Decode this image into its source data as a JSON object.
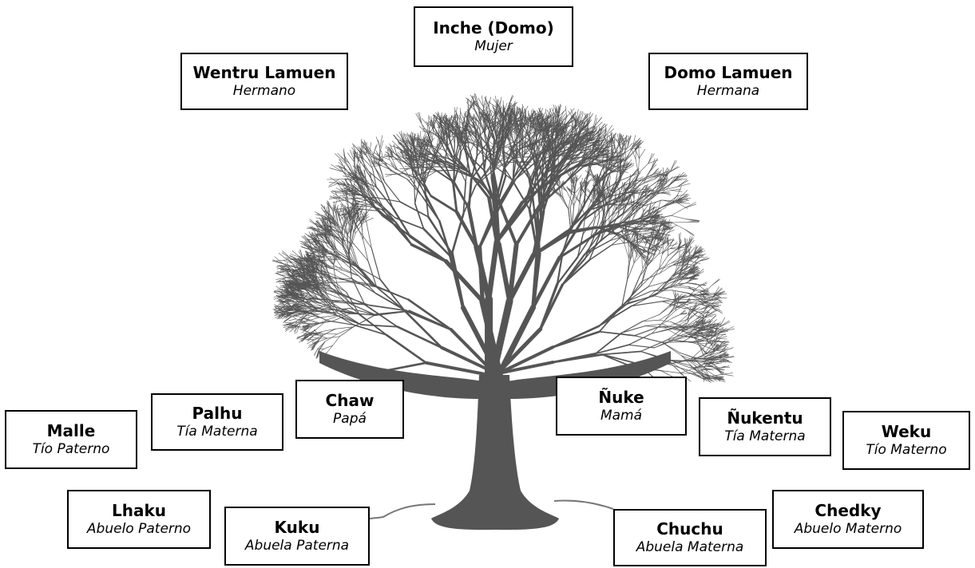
{
  "tree_color": "#555555",
  "labels": [
    {
      "id": "inche",
      "name": "Inche (Domo)",
      "translation": "Mujer"
    },
    {
      "id": "wentru-lamuen",
      "name": "Wentru Lamuen",
      "translation": "Hermano"
    },
    {
      "id": "domo-lamuen",
      "name": "Domo Lamuen",
      "translation": "Hermana"
    },
    {
      "id": "chaw",
      "name": "Chaw",
      "translation": "Papá"
    },
    {
      "id": "nuke",
      "name": "Ñuke",
      "translation": "Mamá"
    },
    {
      "id": "palhu",
      "name": "Palhu",
      "translation": "Tía Materna"
    },
    {
      "id": "malle",
      "name": "Malle",
      "translation": "Tío Paterno"
    },
    {
      "id": "nukentu",
      "name": "Ñukentu",
      "translation": "Tía Materna"
    },
    {
      "id": "weku",
      "name": "Weku",
      "translation": "Tío Materno"
    },
    {
      "id": "lhaku",
      "name": "Lhaku",
      "translation": "Abuelo Paterno"
    },
    {
      "id": "kuku",
      "name": "Kuku",
      "translation": "Abuela Paterna"
    },
    {
      "id": "chuchu",
      "name": "Chuchu",
      "translation": "Abuela Materna"
    },
    {
      "id": "chedky",
      "name": "Chedky",
      "translation": "Abuelo Materno"
    }
  ]
}
